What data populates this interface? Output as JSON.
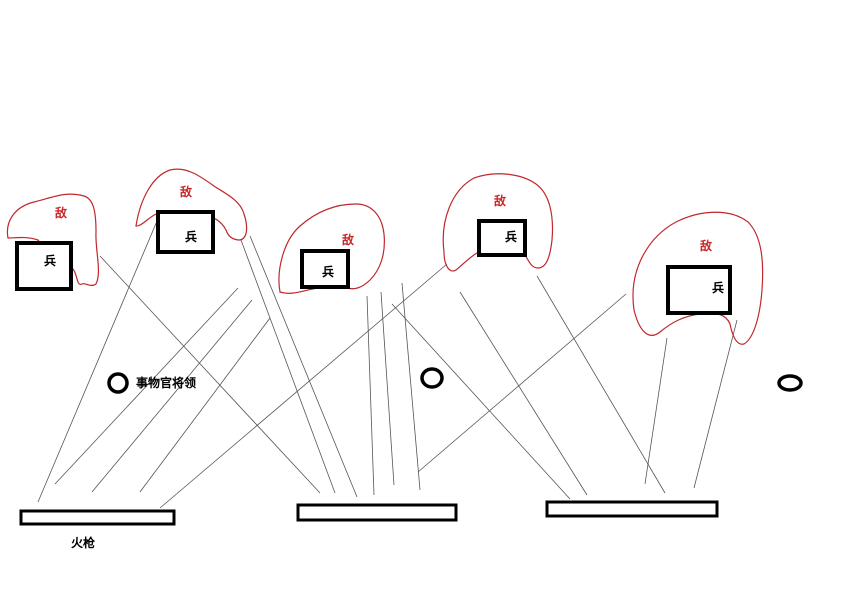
{
  "labels": {
    "enemy": "敌",
    "soldier": "兵",
    "officer": "事物官将领",
    "musket": "火枪"
  },
  "colors": {
    "enemy_outline": "#c0282c",
    "enemy_text": "#c8282a",
    "stroke": "#000000",
    "fire_line": "#555555"
  }
}
